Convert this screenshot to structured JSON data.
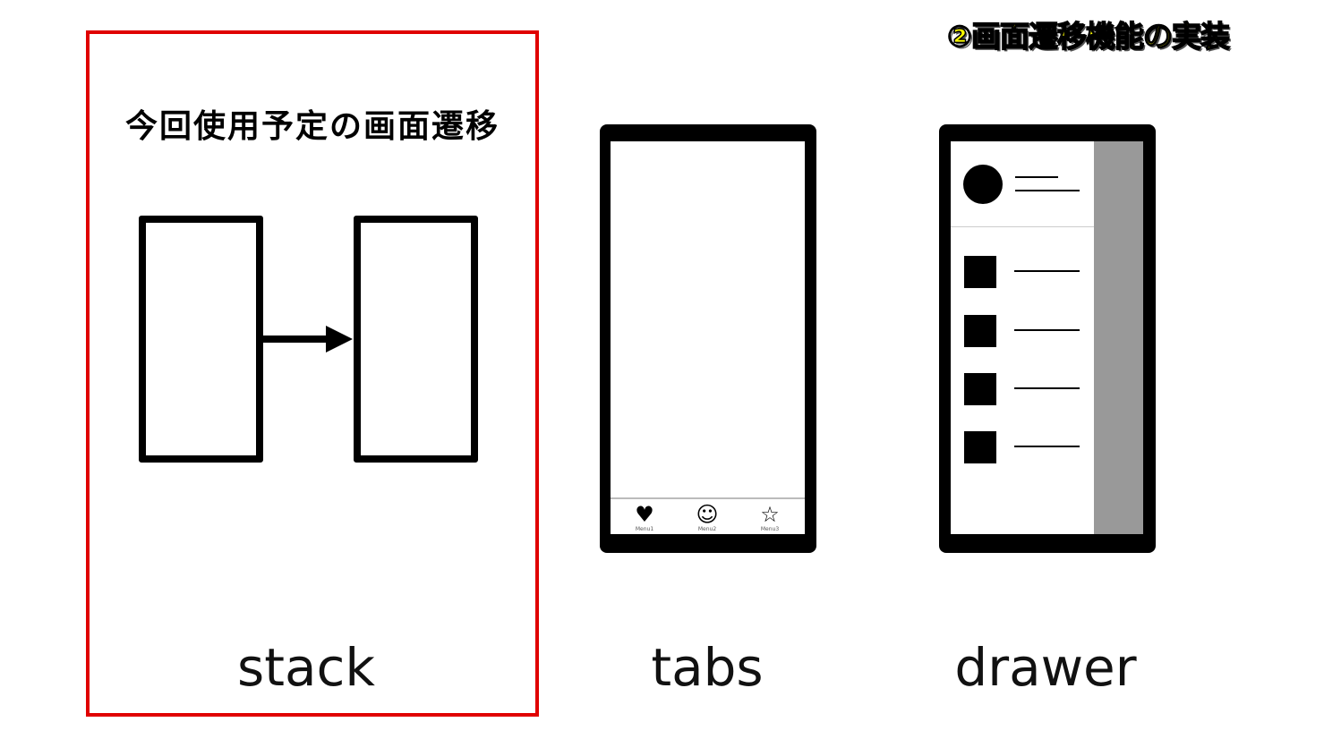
{
  "slide": {
    "corner_title": "②画面遷移機能の実装",
    "stack_heading": "今回使用予定の画面遷移",
    "labels": {
      "stack": "stack",
      "tabs": "tabs",
      "drawer": "drawer"
    },
    "tab_bar": [
      {
        "icon": "heart-icon",
        "glyph": "♥",
        "label": "Menu1"
      },
      {
        "icon": "smiley-icon",
        "glyph": "☺",
        "label": "Menu2"
      },
      {
        "icon": "star-icon",
        "glyph": "☆",
        "label": "Menu3"
      }
    ],
    "highlight_color": "#e00000"
  }
}
